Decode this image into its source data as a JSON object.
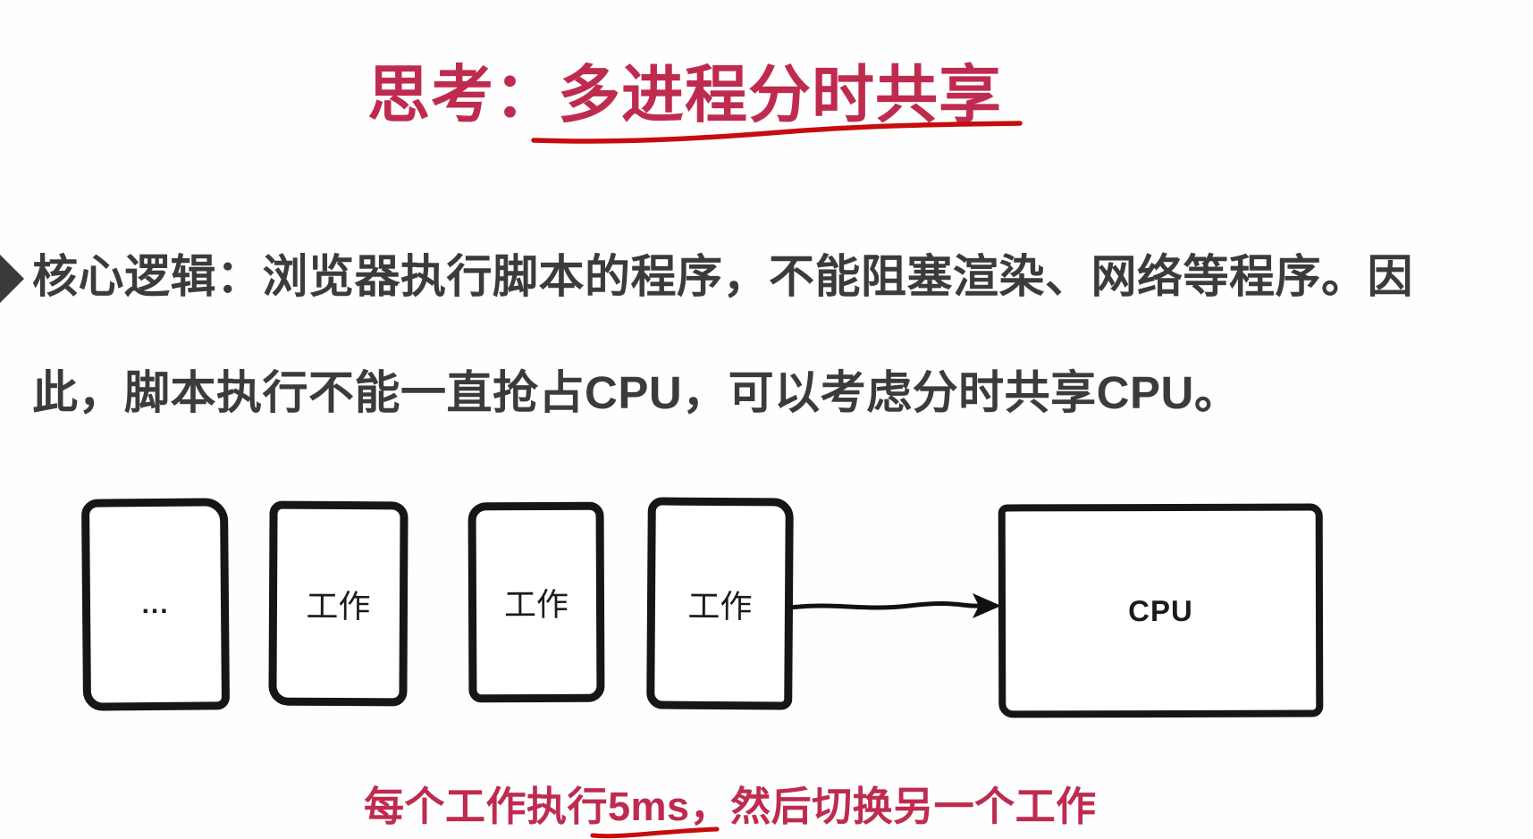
{
  "slide": {
    "title": "思考：多进程分时共享",
    "paragraph_lines": [
      "核心逻辑：浏览器执行脚本的程序，不能阻塞渲染、网络等程序。因",
      "此，脚本执行不能一直抢占CPU，可以考虑分时共享CPU。"
    ],
    "caption": "每个工作执行5ms，然后切换另一个工作"
  },
  "diagram": {
    "boxes": [
      {
        "label": "..."
      },
      {
        "label": "工作"
      },
      {
        "label": "工作"
      },
      {
        "label": "工作"
      }
    ],
    "cpu_label": "CPU"
  },
  "colors": {
    "accent_crimson": "#bf2b4f",
    "hand_drawn_red": "#c60d0d",
    "body_text": "#3b3b3b",
    "box_border": "#161616"
  }
}
